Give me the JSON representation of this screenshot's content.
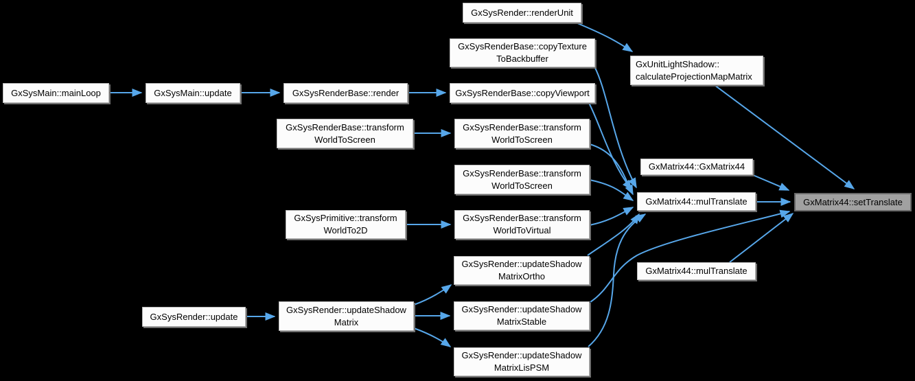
{
  "diagram": {
    "type": "doxygen-caller-graph",
    "highlighted_function": "GxMatrix44::setTranslate",
    "colors": {
      "arrow": "#57A7EA",
      "node_fill": "#FCFCFC",
      "node_border": "#B9B9B9",
      "shadow": "#707070",
      "highlight_fill": "#A1A1A1",
      "highlight_border": "#686868",
      "background": "#000000",
      "text": "#000000"
    },
    "nodes": {
      "mainLoop": {
        "label": "GxSysMain::mainLoop"
      },
      "sysMainUpdate": {
        "label": "GxSysMain::update"
      },
      "renderBaseRender": {
        "label": "GxSysRenderBase::render"
      },
      "copyViewport": {
        "label": "GxSysRenderBase::copyViewport"
      },
      "renderUnit": {
        "label": "GxSysRender::renderUnit"
      },
      "copyTexture": {
        "label": "GxSysRenderBase::copyTexture\nToBackbuffer"
      },
      "calcProj": {
        "label": "GxUnitLightShadow::\ncalculateProjectionMapMatrix"
      },
      "wtsLeft": {
        "label": "GxSysRenderBase::transform\nWorldToScreen"
      },
      "wtsMid1": {
        "label": "GxSysRenderBase::transform\nWorldToScreen"
      },
      "wtsMid2": {
        "label": "GxSysRenderBase::transform\nWorldToScreen"
      },
      "wt2d": {
        "label": "GxSysPrimitive::transform\nWorldTo2D"
      },
      "wtv": {
        "label": "GxSysRenderBase::transform\nWorldToVirtual"
      },
      "ctor": {
        "label": "GxMatrix44::GxMatrix44"
      },
      "mulTranslate1": {
        "label": "GxMatrix44::mulTranslate"
      },
      "setTranslate": {
        "label": "GxMatrix44::setTranslate"
      },
      "mulTranslate2": {
        "label": "GxMatrix44::mulTranslate"
      },
      "shadowOrtho": {
        "label": "GxSysRender::updateShadow\nMatrixOrtho"
      },
      "shadowStable": {
        "label": "GxSysRender::updateShadow\nMatrixStable"
      },
      "shadowLisPSM": {
        "label": "GxSysRender::updateShadow\nMatrixLisPSM"
      },
      "sysRenderUpdate": {
        "label": "GxSysRender::update"
      },
      "updateShadowMatrix": {
        "label": "GxSysRender::updateShadow\nMatrix"
      }
    },
    "edges": [
      "mainLoop -> sysMainUpdate",
      "sysMainUpdate -> renderBaseRender",
      "renderBaseRender -> copyViewport",
      "renderUnit -> calcProj",
      "calcProj -> setTranslate",
      "copyTexture -> mulTranslate1",
      "copyViewport -> mulTranslate1",
      "wtsLeft -> wtsMid1",
      "wtsMid1 -> mulTranslate1",
      "wtsMid2 -> mulTranslate1",
      "wt2d -> wtv",
      "wtv -> mulTranslate1",
      "ctor -> setTranslate",
      "mulTranslate1 -> setTranslate",
      "mulTranslate2 -> setTranslate",
      "shadowStable -> setTranslate",
      "shadowOrtho -> mulTranslate1",
      "shadowLisPSM -> mulTranslate1",
      "sysRenderUpdate -> updateShadowMatrix",
      "updateShadowMatrix -> shadowOrtho",
      "updateShadowMatrix -> shadowStable",
      "updateShadowMatrix -> shadowLisPSM"
    ]
  }
}
